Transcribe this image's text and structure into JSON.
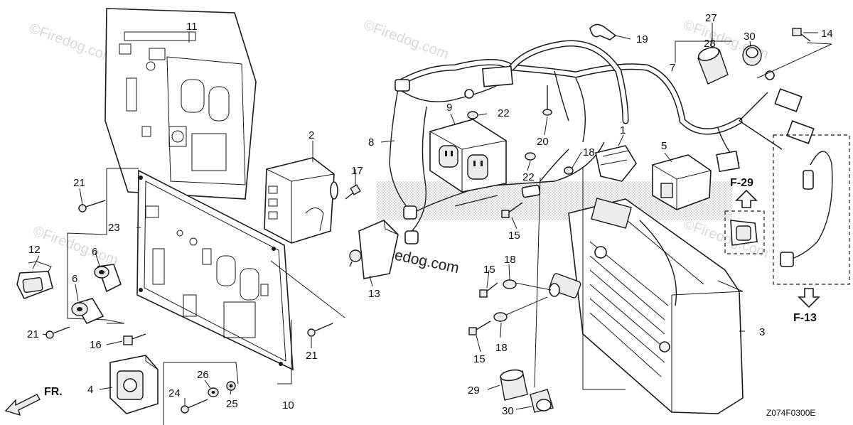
{
  "watermark": {
    "text": "Firedog.com",
    "symbol": "©"
  },
  "labels": {
    "p1": "1",
    "p2": "2",
    "p3": "3",
    "p4": "4",
    "p5": "5",
    "p6a": "6",
    "p6b": "6",
    "p7": "7",
    "p8": "8",
    "p9": "9",
    "p10": "10",
    "p11": "11",
    "p12": "12",
    "p13": "13",
    "p14": "14",
    "p15a": "15",
    "p15b": "15",
    "p15c": "15",
    "p16": "16",
    "p17": "17",
    "p18a": "18",
    "p18b": "18",
    "p18c": "18",
    "p19": "19",
    "p20": "20",
    "p21a": "21",
    "p21b": "21",
    "p21c": "21",
    "p22a": "22",
    "p22b": "22",
    "p23": "23",
    "p24": "24",
    "p25": "25",
    "p26": "26",
    "p27": "27",
    "p28": "28",
    "p29": "29",
    "p30a": "30",
    "p30b": "30"
  },
  "refs": {
    "f29": "F-29",
    "f13": "F-13"
  },
  "front_marker": "FR.",
  "diagram_code": "Z074F0300E",
  "colors": {
    "ink": "#1a1a1a",
    "watermark": "#d9d9d9",
    "background": "#ffffff"
  }
}
